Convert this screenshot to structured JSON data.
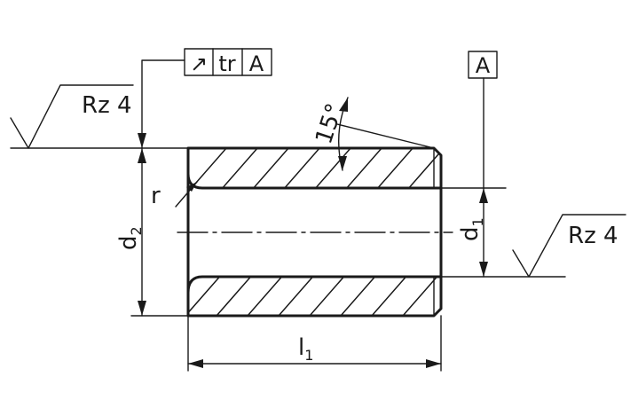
{
  "drawing": {
    "roughness_left": "Rz 4",
    "roughness_right": "Rz 4",
    "tolerance_frame": {
      "symbol": "↗",
      "tolerance": "tr",
      "datum": "A"
    },
    "datum_label": "A",
    "angle": "15°",
    "radius": "r",
    "dim_outer": {
      "letter": "d",
      "index": "2"
    },
    "dim_inner": {
      "letter": "d",
      "index": "1"
    },
    "dim_length": {
      "letter": "l",
      "index": "1"
    }
  }
}
